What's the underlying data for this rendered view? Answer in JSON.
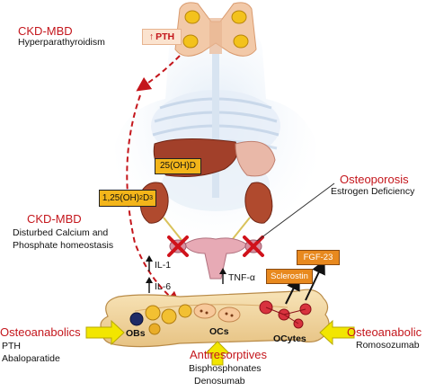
{
  "ckd_top": {
    "title": "CKD-MBD",
    "subtitle": "Hyperparathyroidism"
  },
  "pth_box": {
    "arrow": "↑",
    "label": "PTH"
  },
  "vitd_box": {
    "label": "25(OH)D"
  },
  "calcitriol_box": {
    "label": "1,25(OH)",
    "sub1": "2",
    "mid": "D",
    "sub2": "3"
  },
  "osteoporosis": {
    "title": "Osteoporosis",
    "subtitle": "Estrogen Deficiency"
  },
  "ckd_mid": {
    "title": "CKD-MBD",
    "line1": "Disturbed Calcium and",
    "line2": "Phosphate homeostasis"
  },
  "cytokines": {
    "il1": "IL-1",
    "il6": "IL-6",
    "tnf": "TNF-α",
    "arrow": "↑"
  },
  "fgf23_box": {
    "label": "FGF-23"
  },
  "sclerostin_box": {
    "label": "Sclerostin"
  },
  "cells": {
    "obs": "OBs",
    "ocs": "OCs",
    "ocytes": "OCytes"
  },
  "osteoanabolics": {
    "title": "Osteoanabolics",
    "drug1": "PTH",
    "drug2": "Abaloparatide"
  },
  "antiresorptives": {
    "title": "Antiresorptives",
    "drug1": "Bisphosphonates",
    "drug2": "Denosumab"
  },
  "osteoanabolic": {
    "title": "Osteoanabolic",
    "drug1": "Romosozumab"
  },
  "colors": {
    "red": "#c4161c",
    "yellow_box": "#f3b51a",
    "orange_box": "#e8891e",
    "arrow_yellow": "#f2e600",
    "bone": "#f4d9a6"
  }
}
